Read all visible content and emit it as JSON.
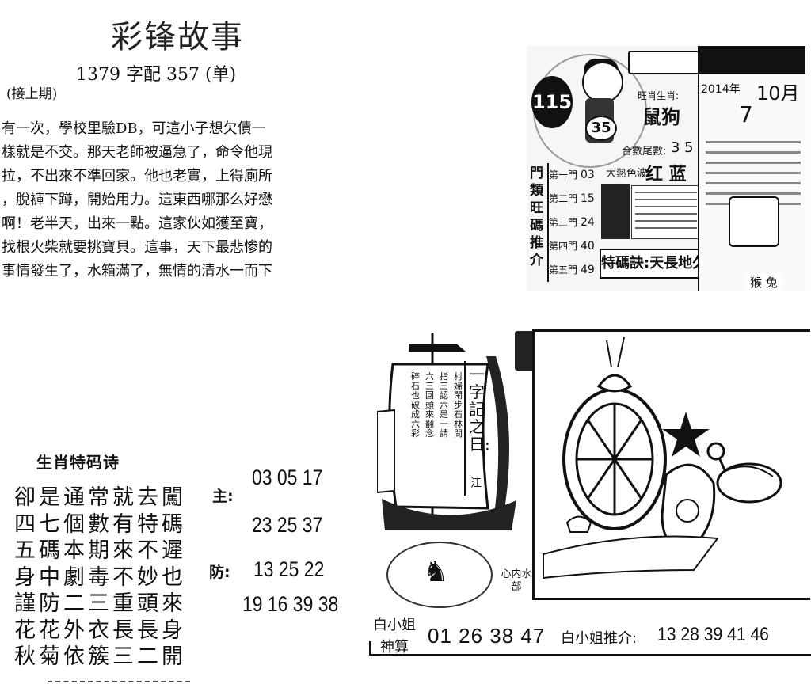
{
  "story": {
    "title": "彩锋故事",
    "code_line": "1379 字配 357 (单)",
    "continued": "(接上期)",
    "lines": [
      "有一次，學校里驗DB，可這小子想欠債一",
      "樣就是不交。那天老師被逼急了，命令他現",
      "拉，不出來不準回家。他也老實，上得廁所",
      "，脫褲下蹲，開始用力。這東西哪那么好懋",
      "啊！老半天，出來一點。這家伙如獲至寶，",
      "找根火柴就要挑寶貝。這事，天下最悲惨的",
      "事情發生了，水箱滿了，無情的清水一而下"
    ]
  },
  "card": {
    "badge_number": "115",
    "boy_badge": "35",
    "shengxiao_label": "旺肖生肖:",
    "shengxiao_value": "鼠狗",
    "sum_label": "合數尾數:",
    "sum_value": "3 5",
    "color_label": "大熱色波:",
    "color_value": "红 蓝",
    "gate_title": "門類旺碼推介",
    "gates": [
      {
        "label": "第一門",
        "value": "03"
      },
      {
        "label": "第二門",
        "value": "15"
      },
      {
        "label": "第三門",
        "value": "24"
      },
      {
        "label": "第四門",
        "value": "40"
      },
      {
        "label": "第五門",
        "value": "49"
      }
    ],
    "motto": "特碼訣:天長地久",
    "year": "2014年",
    "month": "10月",
    "day": "7",
    "footer_zodiac": "猴 兔"
  },
  "poem": {
    "title": "生肖特码诗",
    "lines": [
      "卻是通常就去闖",
      "四七個數有特碼",
      "五碼本期來不遲",
      "身中劇毒不妙也",
      "謹防二三重頭來",
      "花花外衣長長身",
      "秋菊依簇三二開"
    ],
    "main_tag": "主:",
    "defend_tag": "防:",
    "main_numbers_1": "03 05 17",
    "main_numbers_2": "23 25 37",
    "defend_numbers_1": "13 25 22",
    "defend_numbers_2": "19 16 39 38"
  },
  "riddle": {
    "heading": "一字記之日:",
    "heading_char": "江",
    "verse_columns": [
      "村婦閑步石林間",
      "指三認六是一請",
      "六三回頭來翻念",
      "碎石也破成六彩"
    ],
    "heart_label": "心内水部",
    "sister_label": "白小姐神算",
    "sister_numbers": "01 26 38 47",
    "sister_recommend_label": "白小姐推介:",
    "sister_recommend_numbers": "13 28 39 41 46"
  }
}
